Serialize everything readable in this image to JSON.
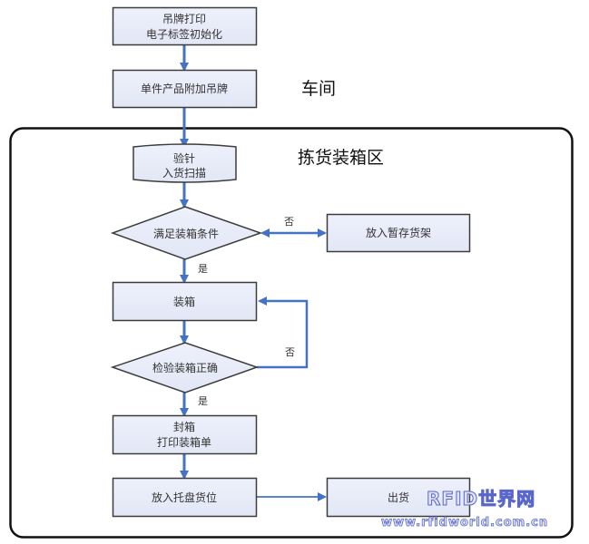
{
  "diagram": {
    "zones": {
      "workshop": "车间",
      "picking_packing": "拣货装箱区"
    },
    "nodes": [
      {
        "id": "n1",
        "type": "process",
        "lines": [
          "吊牌打印",
          "电子标签初始化"
        ]
      },
      {
        "id": "n2",
        "type": "process",
        "lines": [
          "单件产品附加吊牌"
        ]
      },
      {
        "id": "n3",
        "type": "card",
        "lines": [
          "验针",
          "入货扫描"
        ]
      },
      {
        "id": "n4",
        "type": "decision",
        "lines": [
          "满足装箱条件"
        ]
      },
      {
        "id": "n5",
        "type": "process",
        "lines": [
          "放入暂存货架"
        ]
      },
      {
        "id": "n6",
        "type": "process",
        "lines": [
          "装箱"
        ]
      },
      {
        "id": "n7",
        "type": "decision",
        "lines": [
          "检验装箱正确"
        ]
      },
      {
        "id": "n8",
        "type": "process",
        "lines": [
          "封箱",
          "打印装箱单"
        ]
      },
      {
        "id": "n9",
        "type": "process",
        "lines": [
          "放入托盘货位"
        ]
      },
      {
        "id": "n10",
        "type": "process",
        "lines": [
          "出货"
        ]
      }
    ],
    "edges": [
      {
        "from": "n1",
        "to": "n2",
        "label": ""
      },
      {
        "from": "n2",
        "to": "n3",
        "label": ""
      },
      {
        "from": "n3",
        "to": "n4",
        "label": ""
      },
      {
        "from": "n4",
        "to": "n5",
        "label": "否",
        "bidirectional": true
      },
      {
        "from": "n4",
        "to": "n6",
        "label": "是"
      },
      {
        "from": "n6",
        "to": "n7",
        "label": ""
      },
      {
        "from": "n7",
        "to": "n6",
        "label": "否"
      },
      {
        "from": "n7",
        "to": "n8",
        "label": "是"
      },
      {
        "from": "n8",
        "to": "n9",
        "label": ""
      },
      {
        "from": "n9",
        "to": "n10",
        "label": ""
      }
    ],
    "watermark": {
      "brand": "RFID世界网",
      "url": "www.rfidworld.com.cn"
    },
    "colors": {
      "arrow": "#4472c4",
      "node_fill": "#e8ecf8",
      "node_border": "#3c3c3c",
      "zone_border": "#111111"
    }
  }
}
